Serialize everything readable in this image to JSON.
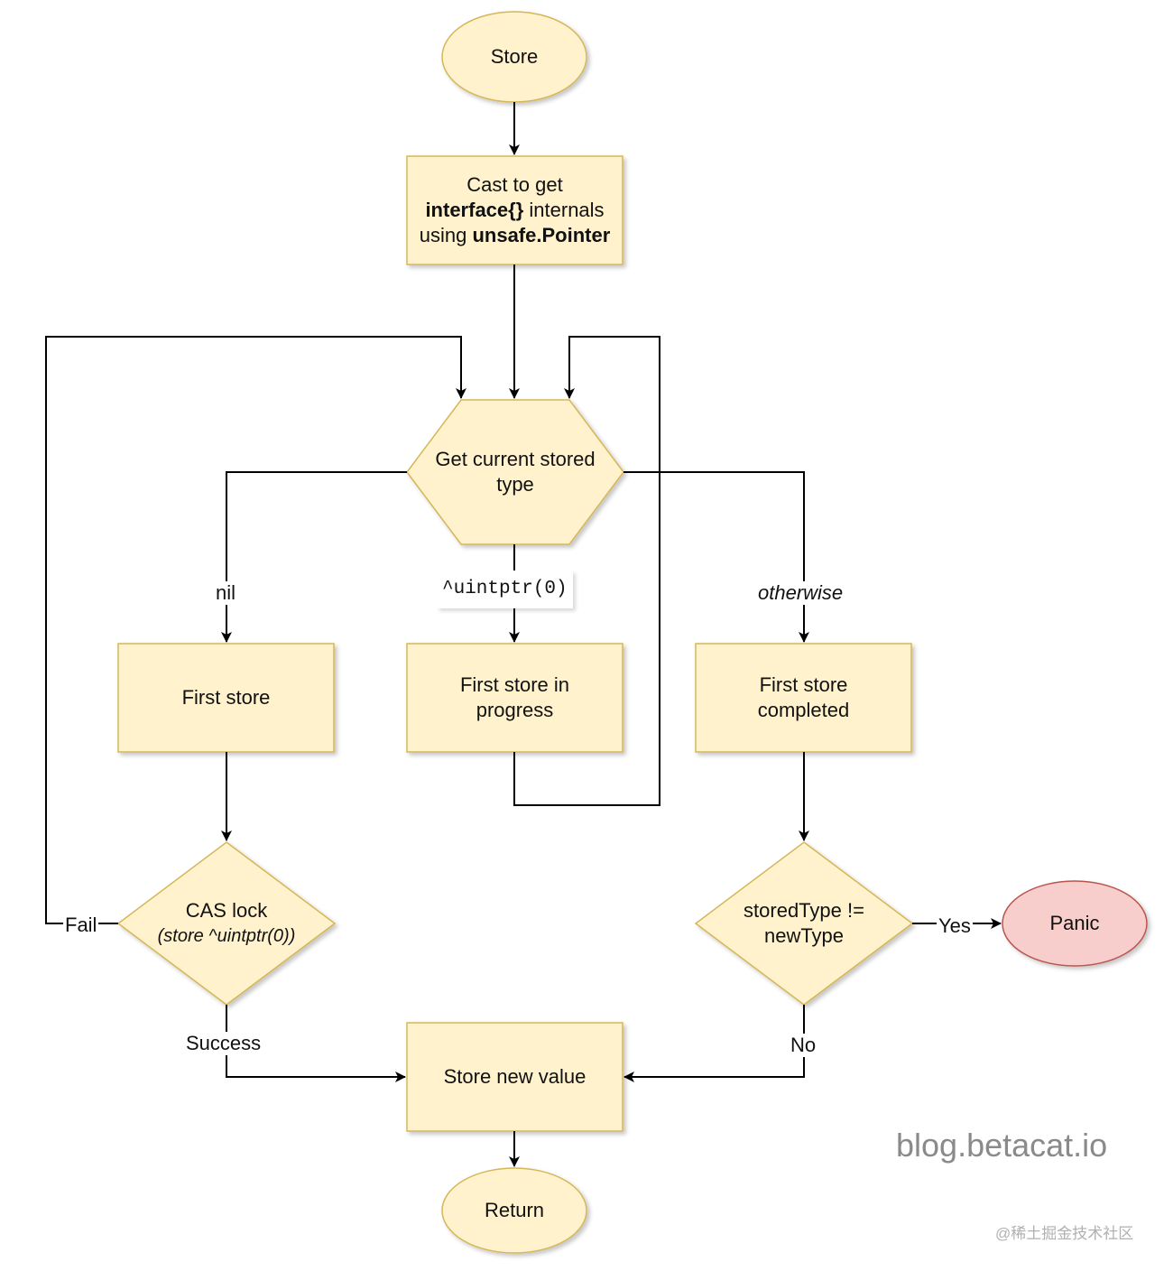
{
  "nodes": {
    "store": "Store",
    "cast": {
      "line1": "Cast to get",
      "l2_bold": "interface{}",
      "l2_rest": " internals",
      "l3_pre": "using ",
      "l3_bold": "unsafe.Pointer"
    },
    "get_type": {
      "line1": "Get current stored",
      "line2": "type"
    },
    "first_store": "First store",
    "in_progress": {
      "line1": "First store in",
      "line2": "progress"
    },
    "completed": {
      "line1": "First store",
      "line2": "completed"
    },
    "cas": {
      "line1": "CAS lock",
      "line2": "(store ^uintptr(0))"
    },
    "check": {
      "line1": "storedType !=",
      "line2": "newType"
    },
    "panic": "Panic",
    "store_new": "Store new value",
    "return": "Return"
  },
  "edge_labels": {
    "nil": "nil",
    "uintptr": "^uintptr(0)",
    "otherwise": "otherwise",
    "fail": "Fail",
    "success": "Success",
    "yes": "Yes",
    "no": "No"
  },
  "watermark": {
    "blog": "blog.betacat.io",
    "juejin": "@稀土掘金技术社区"
  },
  "colors": {
    "fill": "#fff2cc",
    "stroke": "#d6b656",
    "panic_fill": "#f8cecc",
    "panic_stroke": "#b85450",
    "line": "#000000"
  }
}
